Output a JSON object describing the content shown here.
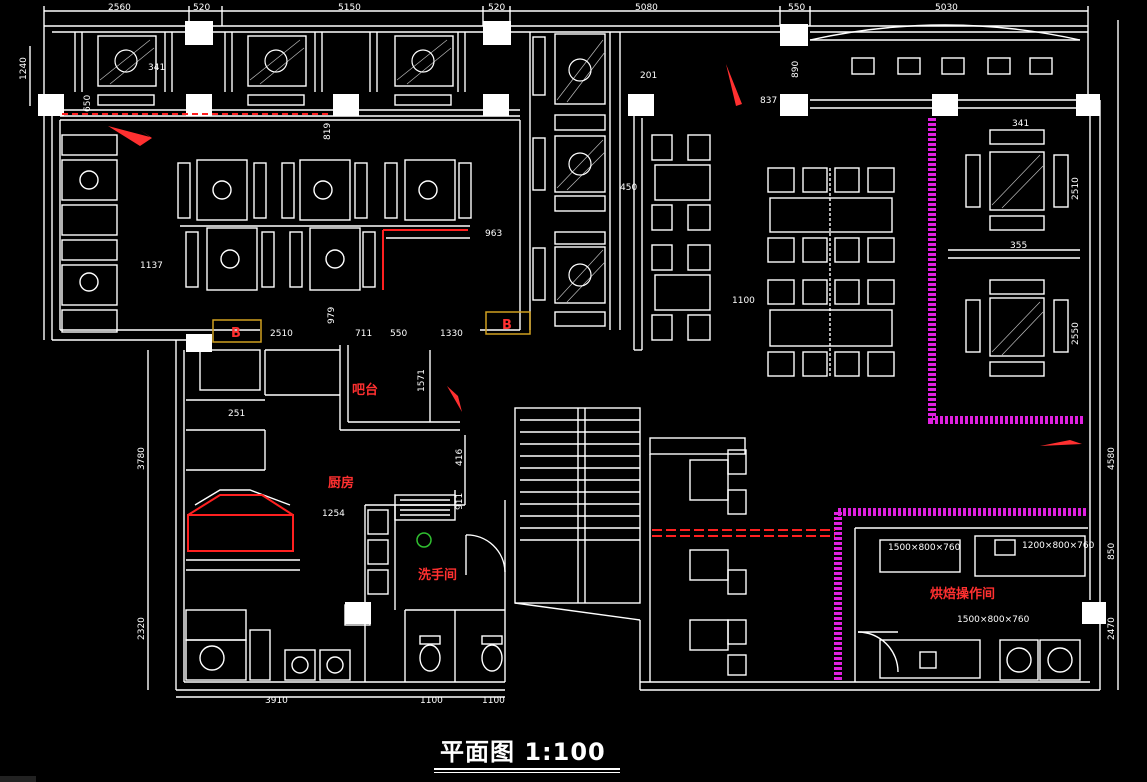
{
  "drawing": {
    "title": "平面图   1:100",
    "colors": {
      "background": "#000000",
      "wall": "#ffffff",
      "dimension": "#ffffff",
      "accent_red": "#ff2020",
      "accent_magenta": "#e020e0",
      "door_yellow": "#d0a020"
    }
  },
  "dimensions_top": [
    "2560",
    "520",
    "5150",
    "520",
    "5080",
    "550",
    "5030"
  ],
  "dimensions_left": [
    "1240",
    "3780",
    "2320"
  ],
  "dimensions_right": [
    "4580",
    "850",
    "2470"
  ],
  "dimensions_bottom": [
    "3910",
    "1100",
    "1100"
  ],
  "inner_dims": [
    "341",
    "650",
    "819",
    "963",
    "1137",
    "2510",
    "711",
    "550",
    "1330",
    "979",
    "1571",
    "450",
    "201",
    "837",
    "890",
    "1100",
    "251",
    "416",
    "911",
    "1254",
    "341",
    "355",
    "2510",
    "2550"
  ],
  "rooms": {
    "bar": "吧台",
    "kitchen": "厨房",
    "wash": "洗手间",
    "prep": "烘焙操作间"
  },
  "door_marks": [
    "B",
    "B"
  ],
  "equipment_notes": [
    "1500×800×760",
    "1200×800×760",
    "1500×800×760"
  ]
}
